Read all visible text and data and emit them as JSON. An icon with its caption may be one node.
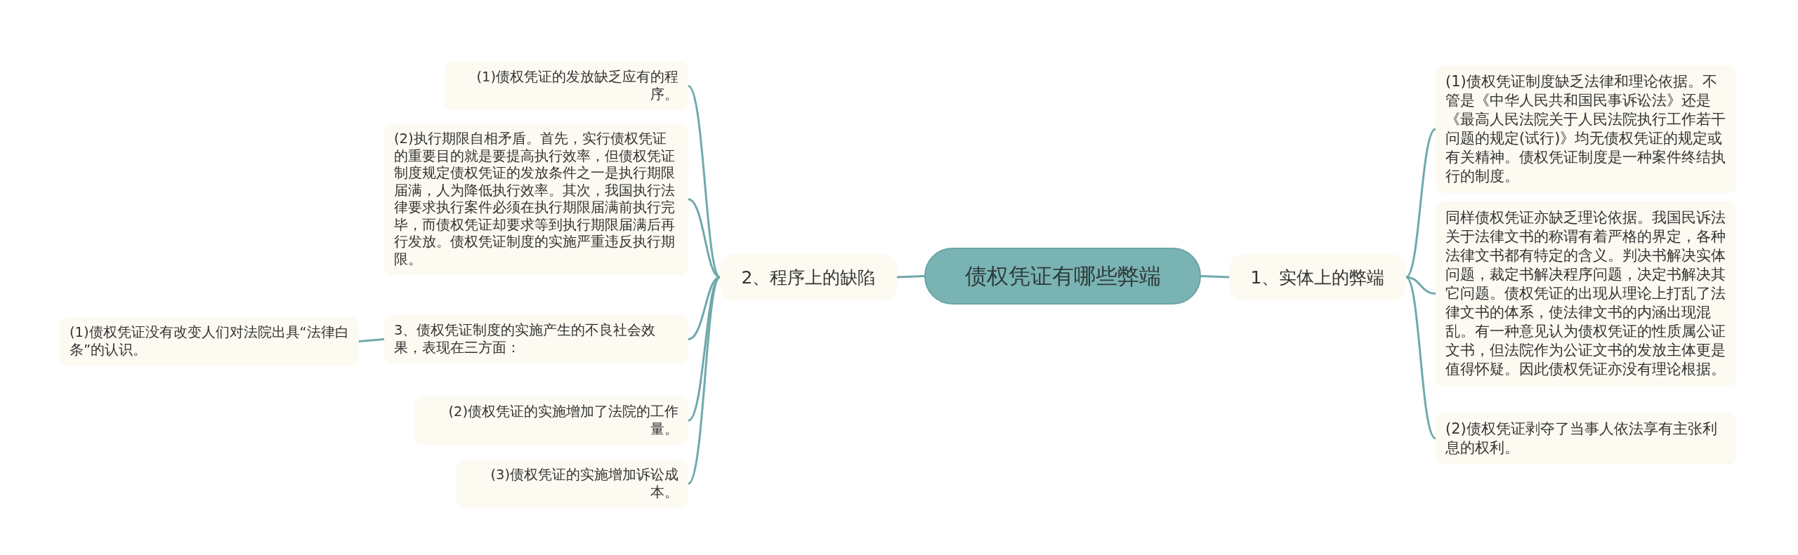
{
  "diagram": {
    "nodes": [
      {
        "text": [
          "债权凭证有哪些弊端"
        ]
      },
      {
        "text": [
          "1、实体上的弊端"
        ]
      },
      {
        "text": [
          "(1)债权凭证制度缺乏法律和理论依据。不管是《中华人民共和国民事诉讼法》还是《最高人民法院关于人民法院执行工作若干问题的规定(试行)》均无债权凭证的规定或有关精神。债权凭证制度是一种案件终结执行的制度。"
        ]
      },
      {
        "text": [
          "同样债权凭证亦缺乏理论依据。我国民诉法关于法律文书的称谓有着严格的界定，各种法律文书都有特定的含义。判决书解决实体问题，裁定书解决程序问题，决定书解决其它问题。债权凭证的出现从理论上打乱了法律文书的体系，使法律文书的内涵出现混乱。有一种意见认为债权凭证的性质属公证文书，但法院作为公证文书的发放主体更是值得怀疑。因此债权凭证亦没有理论根据。"
        ]
      },
      {
        "text": [
          "(2)债权凭证剥夺了当事人依法享有主张利息的权利。"
        ]
      },
      {
        "text": [
          "2、程序上的缺陷"
        ]
      },
      {
        "text": [
          "(1)债权凭证的发放缺乏应有的程序。"
        ]
      },
      {
        "text": [
          "(2)执行期限自相矛盾。首先，实行债权凭证的重要目的就是要提高执行效率，但债权凭证制度规定债权凭证的发放条件之一是执行期限届满，人为降低执行效率。其次，我国执行法律要求执行案件必须在执行期限届满前执行完毕，而债权凭证却要求等到执行期限届满后再行发放。债权凭证制度的实施严重违反执行期限。"
        ]
      },
      {
        "text": [
          "3、债权凭证制度的实施产生的不良社会效果，表现在三方面："
        ]
      },
      {
        "text": [
          "(1)债权凭证没有改变人们对法院出具“法律白条”的认识。"
        ]
      },
      {
        "text": [
          "(2)债权凭证的实施增加了法院的工作量。"
        ]
      },
      {
        "text": [
          "(3)债权凭证的实施增加诉讼成本。"
        ]
      }
    ],
    "edges": [
      {
        "from": 0,
        "to": 1,
        "arrow": "none"
      },
      {
        "from": 1,
        "to": 2,
        "arrow": "none"
      },
      {
        "from": 1,
        "to": 3,
        "arrow": "none"
      },
      {
        "from": 1,
        "to": 4,
        "arrow": "none"
      },
      {
        "from": 0,
        "to": 5,
        "arrow": "none"
      },
      {
        "from": 5,
        "to": 6,
        "arrow": "none"
      },
      {
        "from": 5,
        "to": 7,
        "arrow": "none"
      },
      {
        "from": 5,
        "to": 8,
        "arrow": "none"
      },
      {
        "from": 8,
        "to": 9,
        "arrow": "none"
      },
      {
        "from": 5,
        "to": 10,
        "arrow": "none"
      },
      {
        "from": 5,
        "to": 11,
        "arrow": "none"
      }
    ]
  }
}
